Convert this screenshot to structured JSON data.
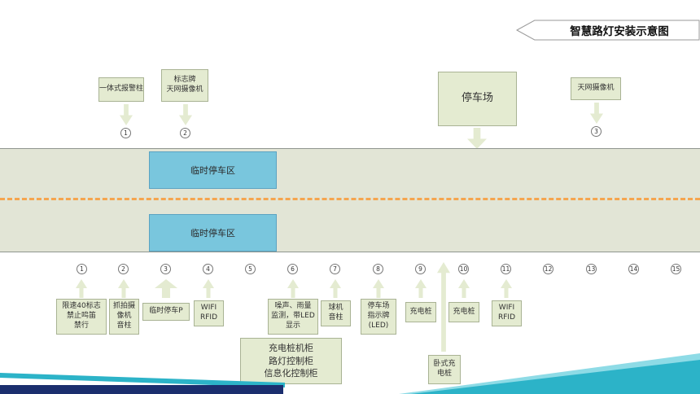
{
  "title": "智慧路灯安装示意图",
  "colors": {
    "box-fill": "#e4ebd1",
    "box-border": "#a9b394",
    "road-fill": "#e2e5d6",
    "road-border": "#8f968f",
    "parking-fill": "#79c6dd",
    "parking-border": "#5ba3c2",
    "dash-color": "#f5a54f",
    "teal": "#2cb3c8",
    "navy": "#1b2e6e",
    "light-blue": "#8edbe6"
  },
  "top_devices": [
    {
      "label": "一体式报警柱",
      "marker": "1"
    },
    {
      "label": "标志牌\n天网摄像机",
      "marker": "2"
    },
    {
      "label": "天网摄像机",
      "marker": "3"
    }
  ],
  "parking_lot_label": "停车场",
  "temp_parking_upper": "临时停车区",
  "temp_parking_lower": "临时停车区",
  "markers": [
    "1",
    "2",
    "3",
    "4",
    "5",
    "6",
    "7",
    "8",
    "9",
    "10",
    "11",
    "12",
    "13",
    "14",
    "15"
  ],
  "bottom_devices": [
    {
      "label": "限速40标志\n禁止鸣笛\n禁行"
    },
    {
      "label": "抓拍摄\n像机\n音柱"
    },
    {
      "label": "临时停车P"
    },
    {
      "label": "WIFI\nRFID"
    },
    {
      "label": "噪声、雨量\n监测，带LED\n显示"
    },
    {
      "label": "球机\n音柱"
    },
    {
      "label": "停车场\n指示牌\n(LED)"
    },
    {
      "label": "充电桩"
    },
    {
      "label": "充电桩"
    },
    {
      "label": "WIFI\nRFID"
    }
  ],
  "cabinet_label": "充电桩机柜\n路灯控制柜\n信息化控制柜",
  "horizontal_charger_label": "卧式充\n电桩"
}
